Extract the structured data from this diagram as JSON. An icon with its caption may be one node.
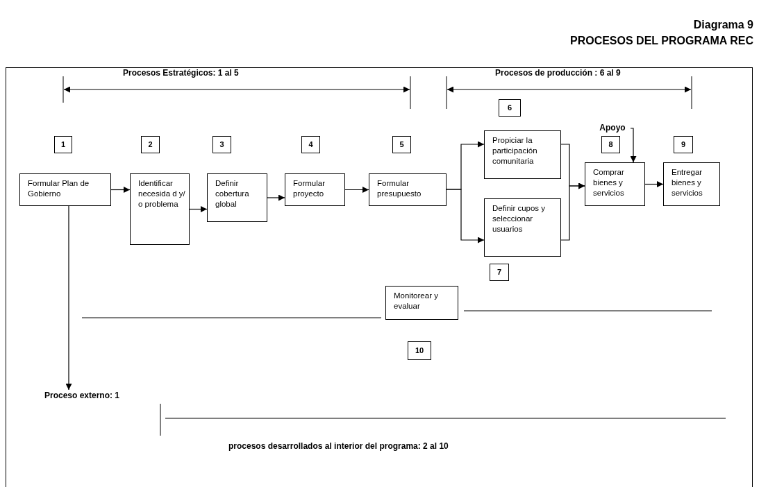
{
  "diagram": {
    "title": "PROCESOS DEL PROGRAMA REC",
    "nodes": [
      {
        "text": [
          "6"
        ]
      },
      {
        "text": [
          "Apoyo"
        ]
      },
      {
        "text": [
          "1"
        ]
      },
      {
        "text": [
          "2"
        ]
      },
      {
        "text": [
          "3"
        ]
      },
      {
        "text": [
          "4"
        ]
      },
      {
        "text": [
          "5"
        ]
      },
      {
        "text": [
          "8"
        ]
      },
      {
        "text": [
          "9"
        ]
      },
      {
        "text": [
          "Propiciar la participación comunitaria"
        ]
      },
      {
        "text": [
          "Formular Plan de Gobierno"
        ]
      },
      {
        "text": [
          "Identificar necesida d y/ o problema"
        ]
      },
      {
        "text": [
          "Definir cobertura global"
        ]
      },
      {
        "text": [
          "Formular proyecto"
        ]
      },
      {
        "text": [
          "Formular presupuesto"
        ]
      },
      {
        "text": [
          "Comprar bienes y servicios"
        ]
      },
      {
        "text": [
          "Entregar bienes y servicios"
        ]
      },
      {
        "text": [
          "Definir cupos y seleccionar usuarios"
        ]
      },
      {
        "text": [
          "7"
        ]
      },
      {
        "text": [
          "Monitorear y evaluar"
        ]
      },
      {
        "text": [
          "10"
        ]
      },
      {
        "text": [
          "Proceso externo: 1"
        ]
      }
    ],
    "edges": [
      {
        "from": 10,
        "to": 11,
        "arrow": "to"
      },
      {
        "from": 11,
        "to": 12,
        "arrow": "to"
      },
      {
        "from": 12,
        "to": 13,
        "arrow": "to"
      },
      {
        "from": 13,
        "to": 14,
        "arrow": "to"
      },
      {
        "from": 14,
        "to": 9,
        "arrow": "to"
      },
      {
        "from": 14,
        "to": 17,
        "arrow": "to"
      },
      {
        "from": 9,
        "to": 15,
        "arrow": "to"
      },
      {
        "from": 17,
        "to": 15,
        "arrow": "to"
      },
      {
        "from": 15,
        "to": 16,
        "arrow": "to"
      },
      {
        "from": 1,
        "to": 15,
        "arrow": "to"
      },
      {
        "from": 10,
        "to": 21,
        "arrow": "to"
      }
    ],
    "labels": [
      "Diagrama 9",
      "Procesos Estratégicos: 1 al 5",
      "Procesos de producción : 6 al 9",
      "procesos desarrollados al interior del programa: 2 al 10"
    ]
  }
}
